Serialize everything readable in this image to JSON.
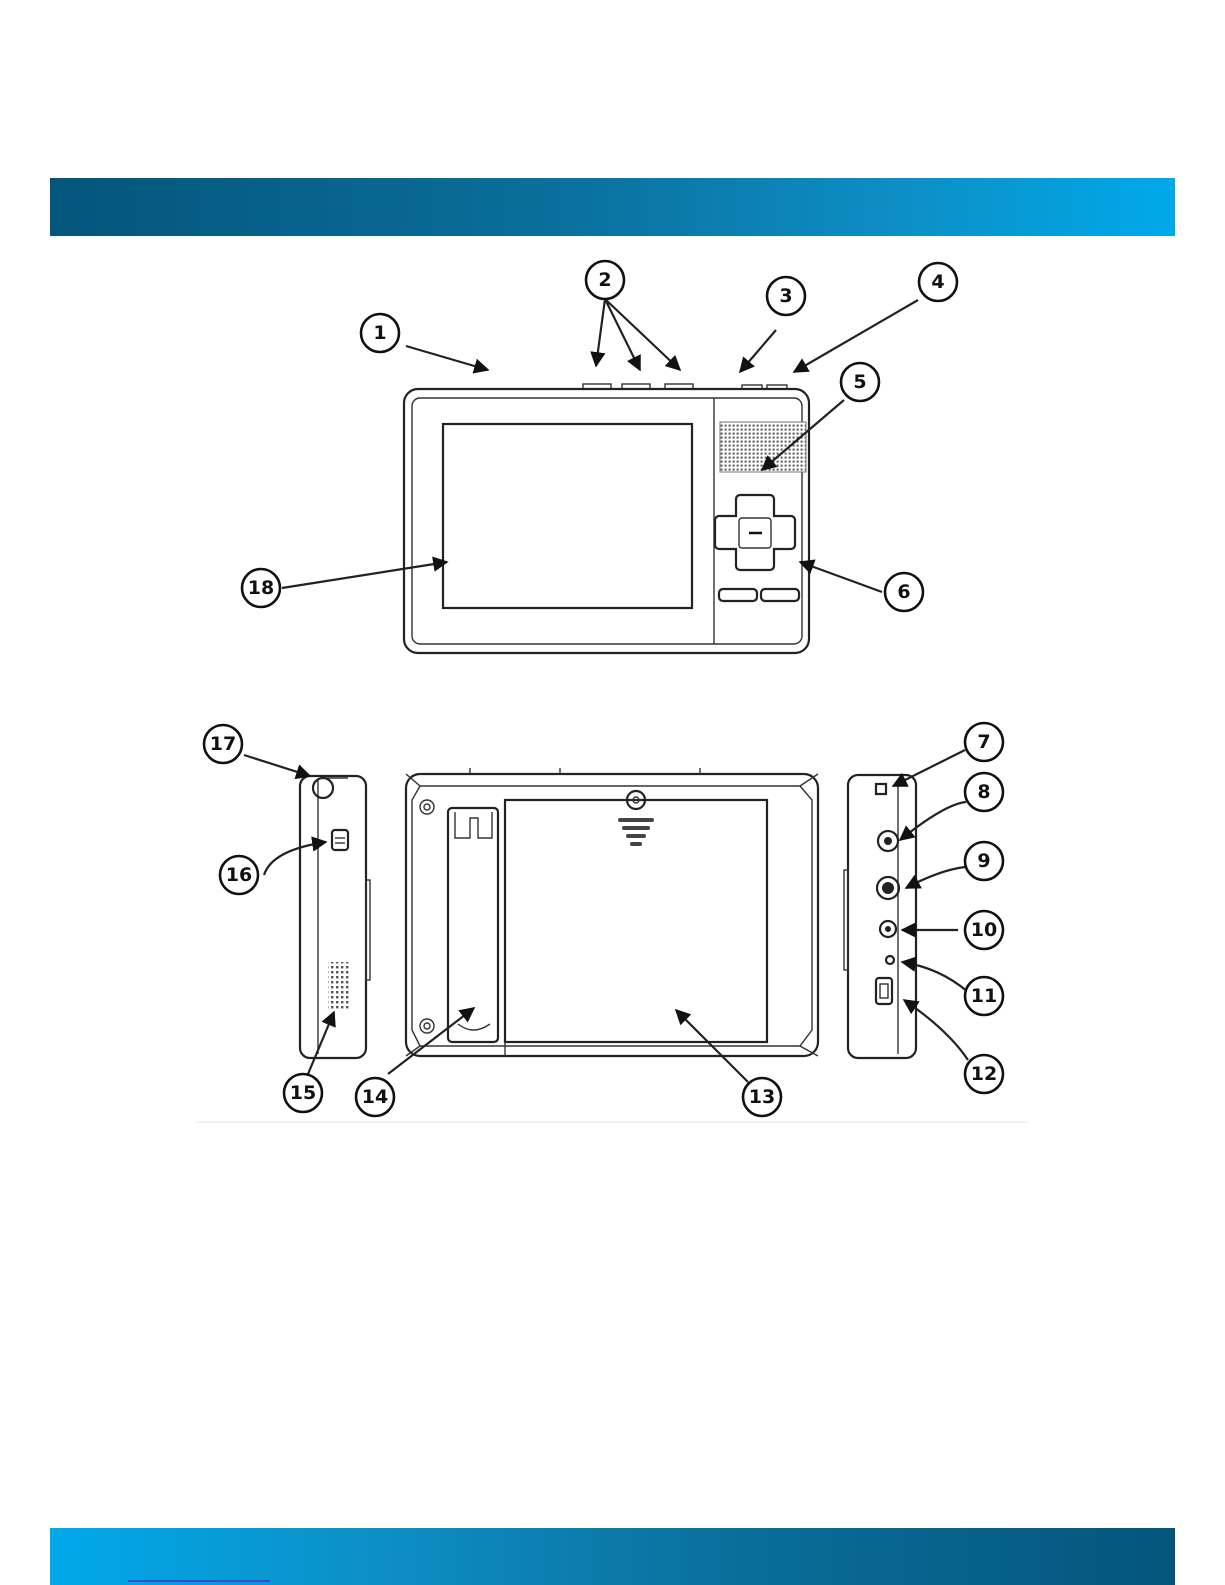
{
  "callouts": [
    {
      "id": "c1",
      "label": "1"
    },
    {
      "id": "c2",
      "label": "2"
    },
    {
      "id": "c3",
      "label": "3"
    },
    {
      "id": "c4",
      "label": "4"
    },
    {
      "id": "c5",
      "label": "5"
    },
    {
      "id": "c6",
      "label": "6"
    },
    {
      "id": "c7",
      "label": "7"
    },
    {
      "id": "c8",
      "label": "8"
    },
    {
      "id": "c9",
      "label": "9"
    },
    {
      "id": "c10",
      "label": "10"
    },
    {
      "id": "c11",
      "label": "11"
    },
    {
      "id": "c12",
      "label": "12"
    },
    {
      "id": "c13",
      "label": "13"
    },
    {
      "id": "c14",
      "label": "14"
    },
    {
      "id": "c15",
      "label": "15"
    },
    {
      "id": "c16",
      "label": "16"
    },
    {
      "id": "c17",
      "label": "17"
    },
    {
      "id": "c18",
      "label": "18"
    }
  ],
  "colors": {
    "banner_dark": "#04557b",
    "banner_light": "#00a9ea",
    "line": "#222222"
  }
}
